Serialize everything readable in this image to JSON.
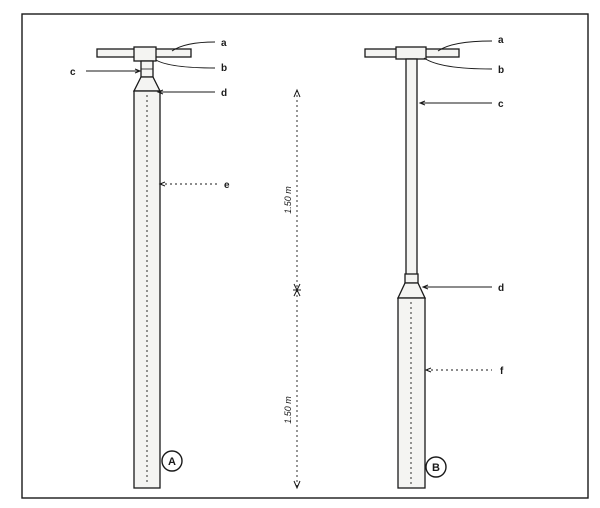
{
  "tool_a": {
    "labels": {
      "a": "a",
      "b": "b",
      "c": "c",
      "d": "d",
      "e": "e"
    },
    "marker": "A"
  },
  "tool_b": {
    "labels": {
      "a": "a",
      "b": "b",
      "c": "c",
      "d": "d",
      "f": "f"
    },
    "marker": "B"
  },
  "dimensions": {
    "upper": "1.50 m",
    "lower": "1.50 m"
  }
}
